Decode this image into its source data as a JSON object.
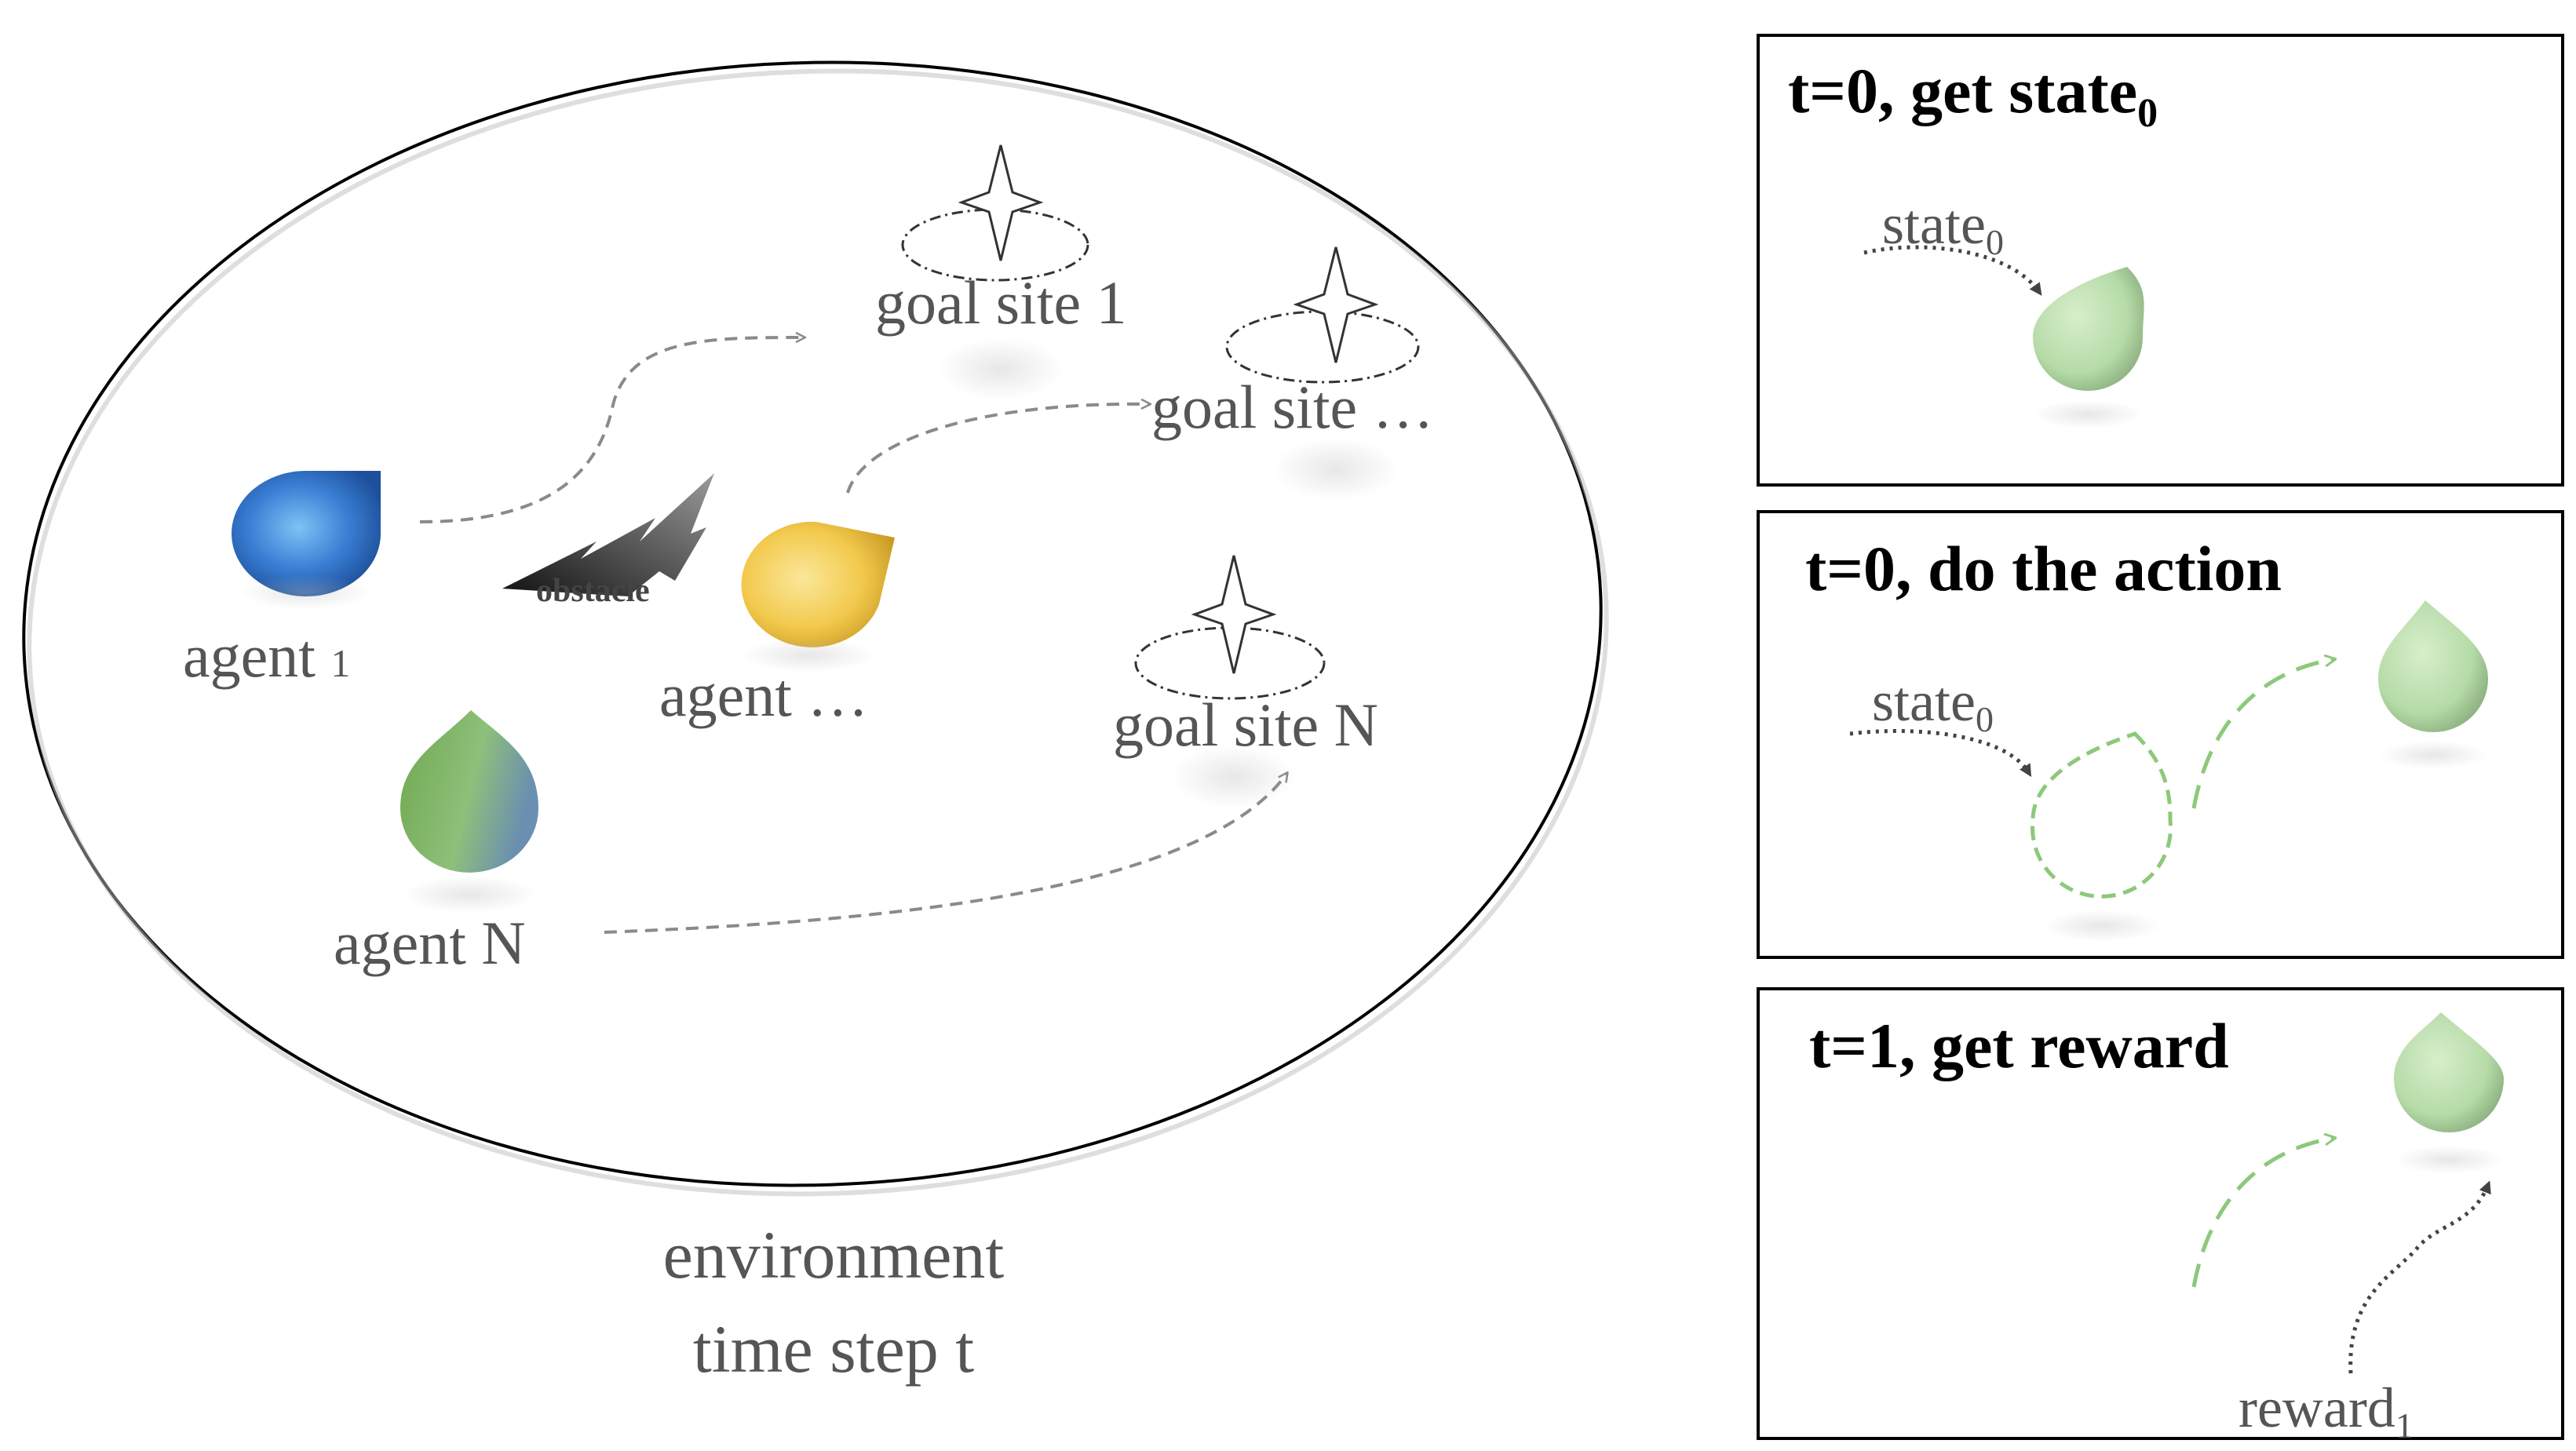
{
  "environment": {
    "caption_line1": "environment",
    "caption_line2": "time step t",
    "agents": [
      {
        "label_main": "agent ",
        "label_sub": "1",
        "color": "#3a7fd5",
        "icon": "droplet-icon"
      },
      {
        "label_main": "agent …",
        "label_sub": "",
        "color": "#f2c94c",
        "icon": "droplet-icon"
      },
      {
        "label_main": "agent N",
        "label_sub": "",
        "color": "#7fb069",
        "icon": "droplet-icon"
      }
    ],
    "goals": [
      {
        "label": "goal site 1",
        "icon": "star-icon"
      },
      {
        "label": "goal site …",
        "icon": "star-icon"
      },
      {
        "label": "goal site N",
        "icon": "star-icon"
      }
    ],
    "obstacle": {
      "label": "obstacle",
      "icon": "lightning-icon"
    }
  },
  "panels": [
    {
      "title": "t=0, get state",
      "title_sub": "0",
      "label": "state",
      "label_sub": "0"
    },
    {
      "title": "t=0, do the action",
      "title_sub": "",
      "label": "state",
      "label_sub": "0"
    },
    {
      "title": "t=1, get reward",
      "title_sub": "",
      "label": "reward",
      "label_sub": "1"
    }
  ],
  "colors": {
    "agent_light_green": "#b5dba7",
    "action_green": "#8cc97a",
    "arrow_gray": "#8a8a8a",
    "dotted_dark": "#444444"
  }
}
